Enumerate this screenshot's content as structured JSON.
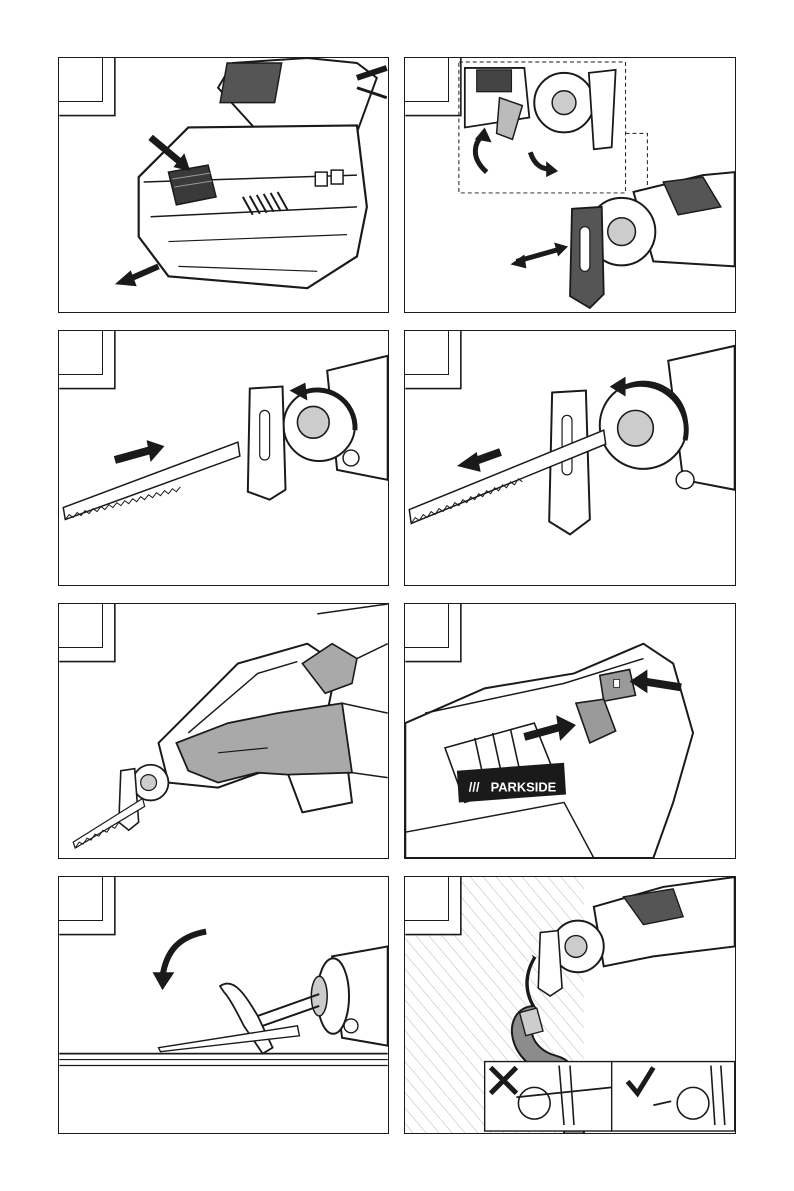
{
  "panels": [
    {
      "id": "1",
      "number": ""
    },
    {
      "id": "2",
      "number": ""
    },
    {
      "id": "3",
      "number": ""
    },
    {
      "id": "4",
      "number": ""
    },
    {
      "id": "5",
      "number": ""
    },
    {
      "id": "6",
      "number": ""
    },
    {
      "id": "7",
      "number": ""
    },
    {
      "id": "8",
      "number": ""
    }
  ],
  "brand": {
    "name": "PARKSIDE",
    "mark": "///"
  },
  "colors": {
    "ink": "#1a1a1a",
    "tool_grey": "#cfcfcf",
    "glove_grey": "#a9a9a9",
    "hose_grey": "#8c8c8c",
    "wall_hatch": "#b5b5b5"
  },
  "icons": {
    "wrong": "cross-mark-icon",
    "right": "check-mark-icon"
  }
}
